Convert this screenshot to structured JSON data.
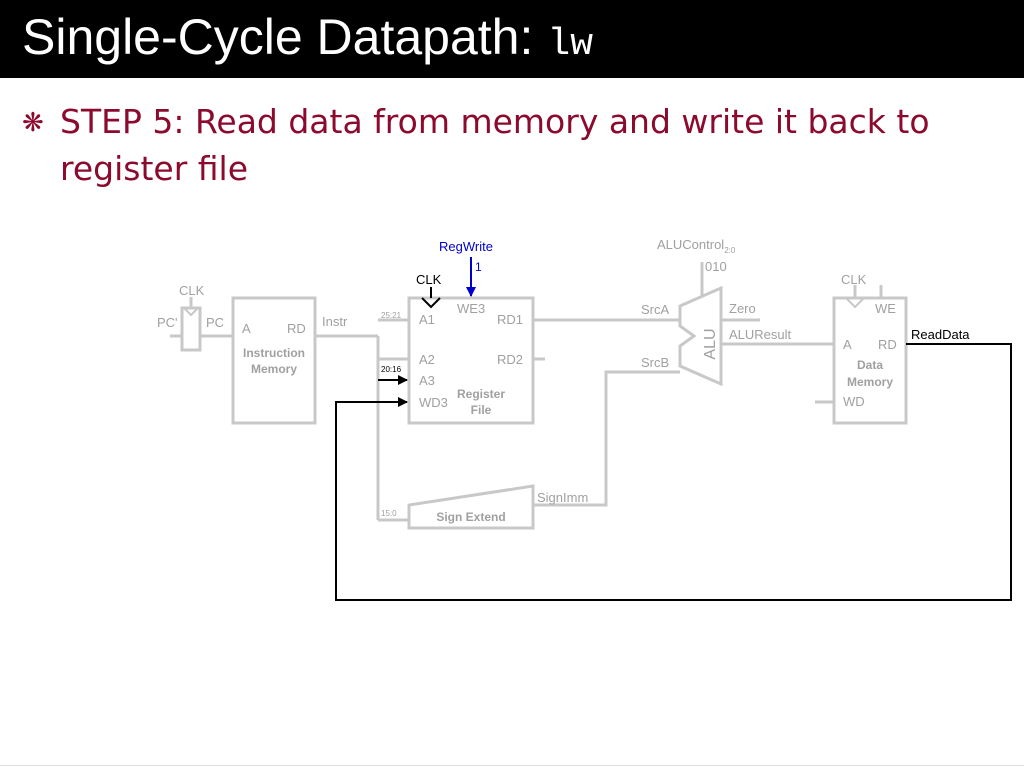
{
  "slide": {
    "title": "Single-Cycle Datapath:",
    "title_code": "lw",
    "bullet_symbol": "❋",
    "step_text": "STEP 5: Read data from memory and write it back to register file"
  },
  "diagram": {
    "clk": "CLK",
    "pc_prime": "PC'",
    "pc": "PC",
    "instr_mem": {
      "a": "A",
      "rd": "RD",
      "name_line1": "Instruction",
      "name_line2": "Memory"
    },
    "instr": "Instr",
    "bits_rs": "25:21",
    "bits_rt": "20:16",
    "bits_imm": "15:0",
    "regwrite": "RegWrite",
    "regwrite_value": "1",
    "reg_file": {
      "we3": "WE3",
      "a1": "A1",
      "a2": "A2",
      "a3": "A3",
      "wd3": "WD3",
      "rd1": "RD1",
      "rd2": "RD2",
      "name_line1": "Register",
      "name_line2": "File"
    },
    "sign_extend": "Sign Extend",
    "signimm": "SignImm",
    "srca": "SrcA",
    "srcb": "SrcB",
    "alu": "ALU",
    "alucontrol": "ALUControl",
    "alucontrol_bits": "2:0",
    "alucontrol_value": "010",
    "zero": "Zero",
    "aluresult": "ALUResult",
    "data_mem": {
      "we": "WE",
      "a": "A",
      "rd": "RD",
      "wd": "WD",
      "name_line1": "Data",
      "name_line2": "Memory"
    },
    "readdata": "ReadData"
  },
  "colors": {
    "active": "#000000",
    "inactive": "#c8c8c8",
    "inactive_text": "#a0a0a0",
    "regwrite": "#0000cc",
    "title_bg": "#000000",
    "step_text": "#8b0a2e"
  }
}
